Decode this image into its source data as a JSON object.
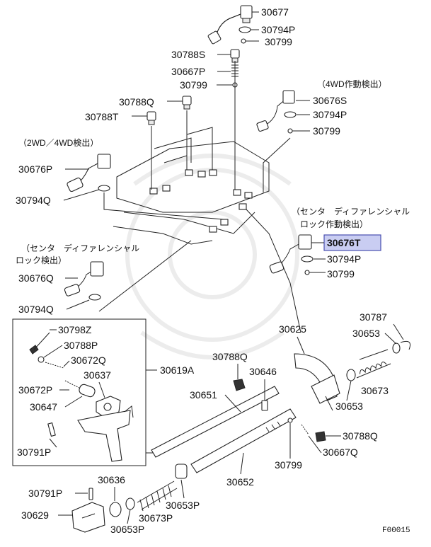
{
  "labels": {
    "p30677": "30677",
    "p30794P_top": "30794P",
    "p30799_top": "30799",
    "p30788S": "30788S",
    "p30667P": "30667P",
    "p30799_b": "30799",
    "p30788Q_top": "30788Q",
    "p30788T": "30788T",
    "p30676S": "30676S",
    "p30794P_r": "30794P",
    "p30799_r": "30799",
    "p30676P": "30676P",
    "p30794Q_l": "30794Q",
    "p30676T": "30676T",
    "p30794P_r2": "30794P",
    "p30799_r2": "30799",
    "p30676Q": "30676Q",
    "p30794Q_l2": "30794Q",
    "p30798Z": "30798Z",
    "p30788P": "30788P",
    "p30672Q": "30672Q",
    "p30637": "30637",
    "p30619A": "30619A",
    "p30672P": "30672P",
    "p30647": "30647",
    "p30791P_a": "30791P",
    "p30788Q_m": "30788Q",
    "p30646": "30646",
    "p30651": "30651",
    "p30625": "30625",
    "p30787": "30787",
    "p30653_a": "30653",
    "p30673": "30673",
    "p30653_b": "30653",
    "p30788Q_r": "30788Q",
    "p30667Q": "30667Q",
    "p30799_bot": "30799",
    "p30652": "30652",
    "p30636": "30636",
    "p30791P_b": "30791P",
    "p30629": "30629",
    "p30653P_a": "30653P",
    "p30673P": "30673P",
    "p30653P_b": "30653P"
  },
  "notes": {
    "n4wd": "（4WD作動検出）",
    "n2wd": "（2WD／4WD検出）",
    "center_r_1": "（センタ　ディファレンシャル",
    "center_r_2": "ロック作動検出）",
    "center_l_1": "（センタ　ディファレンシャル",
    "center_l_2": "ロック検出）"
  },
  "figure_code": "F00015",
  "highlight_color": "#c9cdf2"
}
